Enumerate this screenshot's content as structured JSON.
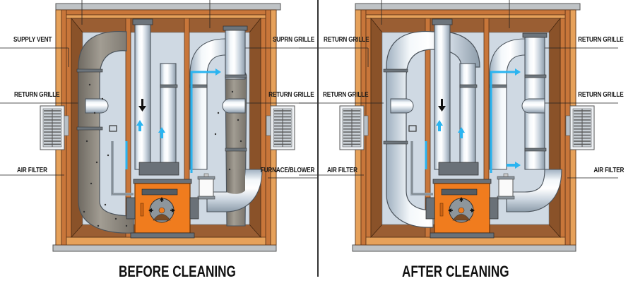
{
  "diagram": {
    "title": "HVAC Ductwork: Before vs After Cleaning",
    "colors": {
      "wood": "#c8763a",
      "wood_light": "#e6a15a",
      "wood_dark": "#8e5630",
      "cavity": "#cfd9e3",
      "duct": "#e6ecf2",
      "duct_shade": "#a9b6c3",
      "dirt": "#8f8a80",
      "furnace": "#f07c1e",
      "airflow": "#2ab4f0",
      "slab": "#bfc3c6"
    },
    "panels": [
      {
        "id": "before",
        "caption": "BEFORE CLEANING",
        "state": "dirty",
        "left_labels": [
          "SUPPLY VENT",
          "RETURN GRILLE",
          "AIR FILTER"
        ],
        "right_labels": [
          "SUPRN GRILLE",
          "RETURN GRILLE",
          "FURNACE/BLOWER"
        ]
      },
      {
        "id": "after",
        "caption": "AFTER CLEANING",
        "state": "clean",
        "left_labels": [
          "RETURN GRILLE",
          "RETURN GRILLE",
          "AIR FILTER"
        ],
        "right_labels": [
          "RETURN GRILLE",
          "RETURN GRILLE",
          "AIR FILTER"
        ]
      }
    ],
    "components": {
      "vent_icon": "grille-icon",
      "furnace_icon": "furnace-blower-icon",
      "fan_icon": "fan-icon",
      "filter_icon": "air-filter-icon",
      "flow_arrow": "airflow-arrow-icon"
    }
  }
}
